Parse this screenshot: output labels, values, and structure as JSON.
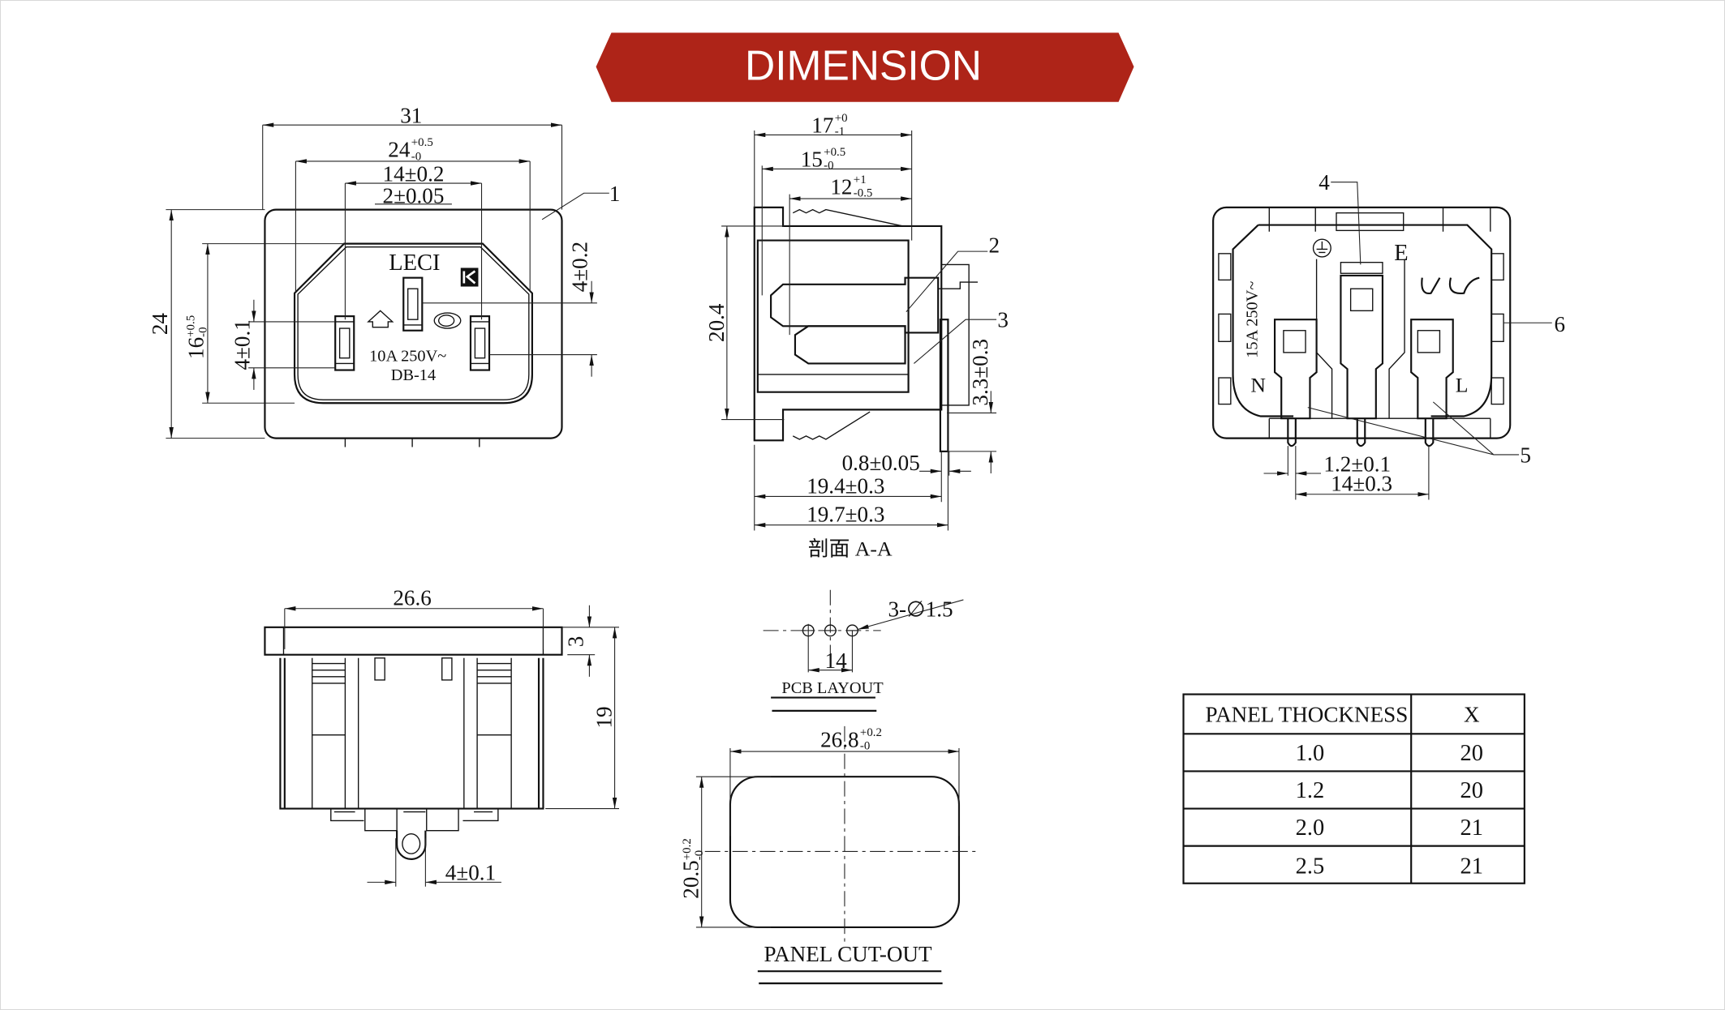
{
  "banner": {
    "title": "DIMENSION",
    "color": "#ae2418"
  },
  "front_view": {
    "overall_width": "31",
    "inner_width": {
      "base": "24",
      "upper": "+0.5",
      "lower": "-0"
    },
    "pin_spacing": "14±0.2",
    "center_offset": "2±0.05",
    "overall_height": "24",
    "inner_height": {
      "base": "16",
      "upper": "+0.5",
      "lower": "-0"
    },
    "pin_height": "4±0.1",
    "earth_offset": "4±0.2",
    "callout": "1",
    "brand": "LECI",
    "rating": "10A 250V~",
    "model": "DB-14"
  },
  "section_view": {
    "depth_17": {
      "base": "17",
      "upper": "+0",
      "lower": "-1"
    },
    "depth_15": {
      "base": "15",
      "upper": "+0.5",
      "lower": "-0"
    },
    "depth_12": {
      "base": "12",
      "upper": "+1",
      "lower": "-0.5"
    },
    "height": "20.4",
    "callout_2": "2",
    "callout_3": "3",
    "pin_length": "3.3±0.3",
    "pin_thickness": "0.8±0.05",
    "length_194": "19.4±0.3",
    "length_197": "19.7±0.3",
    "caption": "剖面 A-A"
  },
  "rear_view": {
    "callout_4": "4",
    "callout_5": "5",
    "callout_6": "6",
    "label_e": "E",
    "label_n": "N",
    "label_l": "L",
    "rating": "15A 250V~",
    "pin_width": "1.2±0.1",
    "pin_pitch": "14±0.3"
  },
  "side_view": {
    "width": "26.6",
    "flange": "3",
    "height": "19",
    "lug": "4±0.1"
  },
  "pcb_layout": {
    "holes": "3-∅1.5",
    "pitch": "14",
    "caption": "PCB LAYOUT"
  },
  "panel_cutout": {
    "width": {
      "base": "26.8",
      "upper": "+0.2",
      "lower": "-0"
    },
    "height": {
      "base": "20.5",
      "upper": "+0.2",
      "lower": "-0"
    },
    "caption": "PANEL CUT-OUT"
  },
  "thickness_table": {
    "headers": [
      "PANEL THOCKNESS",
      "X"
    ],
    "rows": [
      {
        "thickness": "1.0",
        "x": "20"
      },
      {
        "thickness": "1.2",
        "x": "20"
      },
      {
        "thickness": "2.0",
        "x": "21"
      },
      {
        "thickness": "2.5",
        "x": "21"
      }
    ]
  }
}
